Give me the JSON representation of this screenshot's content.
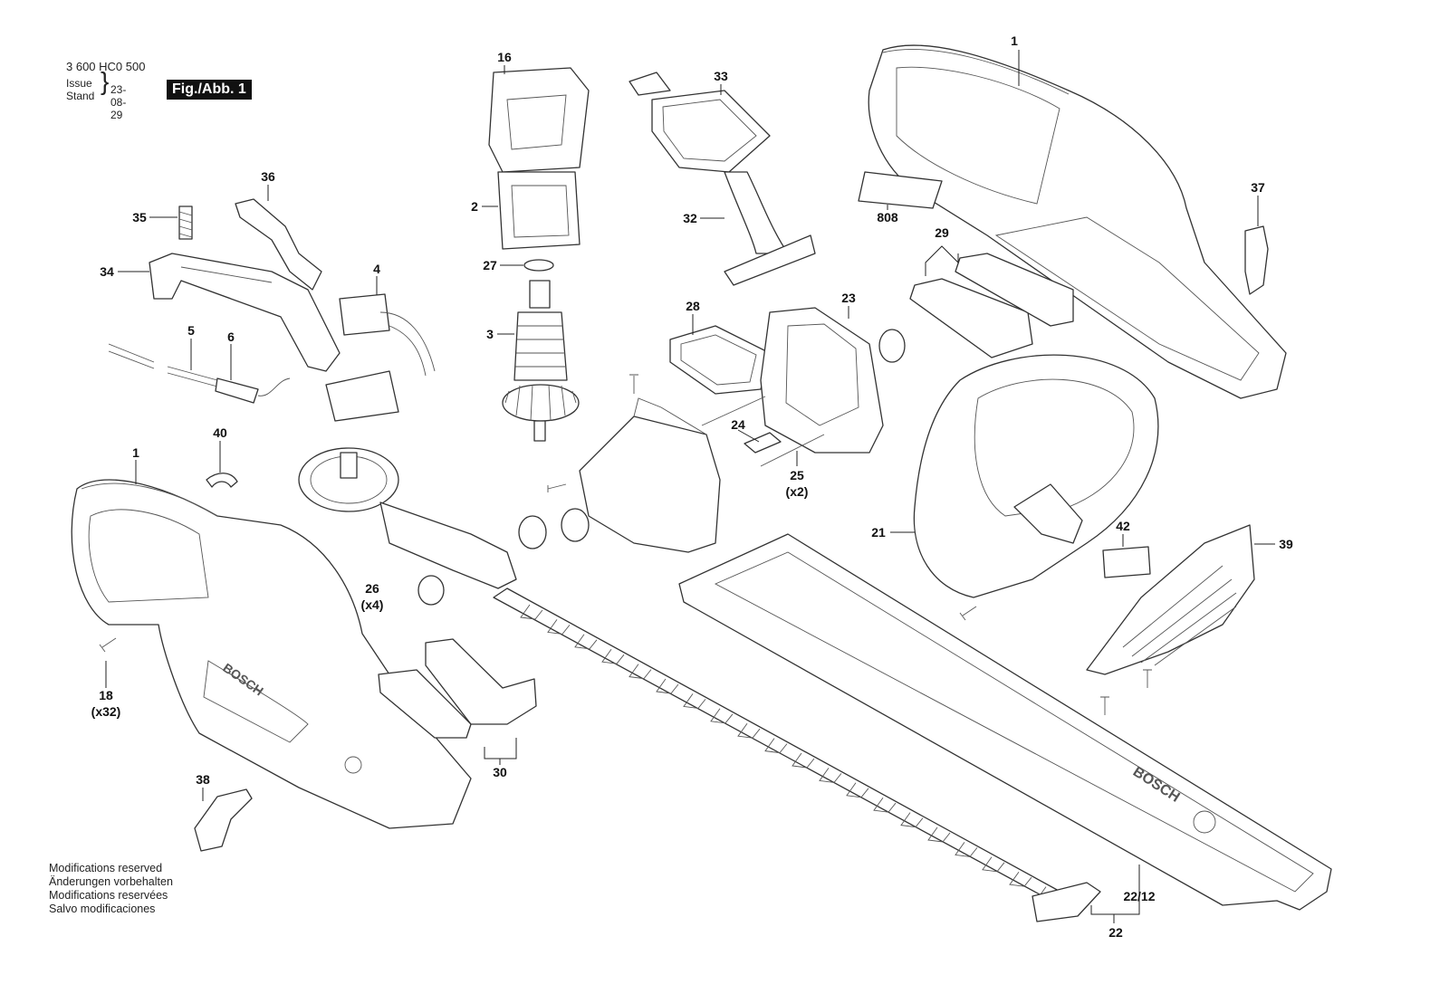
{
  "header": {
    "doc_number": "3 600 HC0 500",
    "issue_label": "Issue",
    "stand_label": "Stand",
    "issue_date": "23-08-29",
    "figure_label": "Fig./Abb. 1"
  },
  "notes": [
    "Modifications reserved",
    "Änderungen vorbehalten",
    "Modifications reservées",
    "Salvo modificaciones"
  ],
  "brand_text": "BOSCH",
  "callouts": {
    "c1_top": "1",
    "c1_left": "1",
    "c2": "2",
    "c3": "3",
    "c4": "4",
    "c5": "5",
    "c6": "6",
    "c16": "16",
    "c18": "18",
    "c18_qty": "(x32)",
    "c21": "21",
    "c22": "22",
    "c22_12": "22/12",
    "c23": "23",
    "c24": "24",
    "c25": "25",
    "c25_qty": "(x2)",
    "c26": "26",
    "c26_qty": "(x4)",
    "c27": "27",
    "c28": "28",
    "c29": "29",
    "c30": "30",
    "c32": "32",
    "c33": "33",
    "c34": "34",
    "c35": "35",
    "c36": "36",
    "c37": "37",
    "c38": "38",
    "c39": "39",
    "c40": "40",
    "c42": "42",
    "c808": "808"
  }
}
